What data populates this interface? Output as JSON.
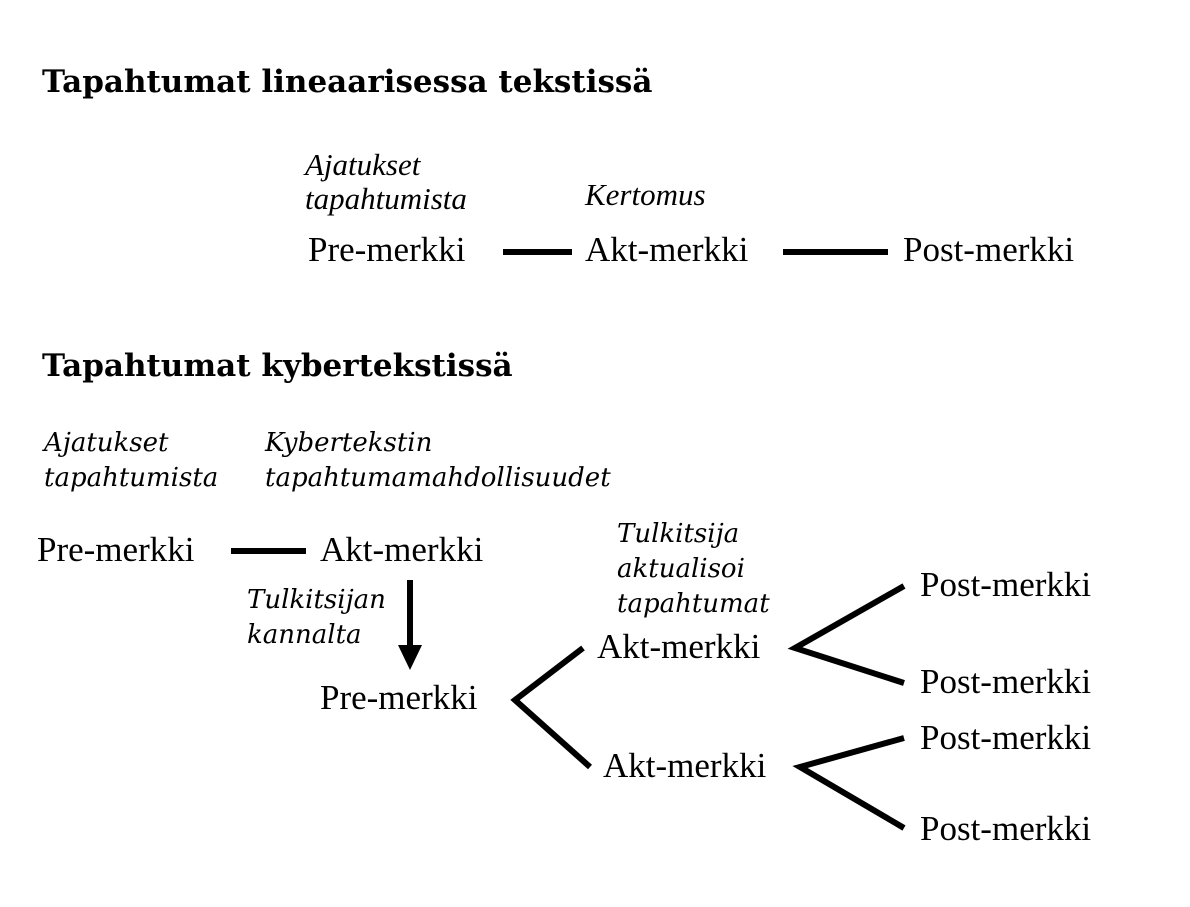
{
  "linear": {
    "heading": "Tapahtumat lineaarisessa tekstissä",
    "note_thoughts_line1": "Ajatukset",
    "note_thoughts_line2": "tapahtumista",
    "note_narrative": "Kertomus",
    "nodes": {
      "pre": "Pre-merkki",
      "akt": "Akt-merkki",
      "post": "Post-merkki"
    }
  },
  "cyber": {
    "heading": "Tapahtumat kybertekstissä",
    "note_thoughts_line1": "Ajatukset",
    "note_thoughts_line2": "tapahtumista",
    "note_possibilities_line1": "Kybertekstin",
    "note_possibilities_line2": "tapahtumamahdollisuudet",
    "note_interpreter_line1": "Tulkitsijan",
    "note_interpreter_line2": "kannalta",
    "note_actualizes_line1": "Tulkitsija",
    "note_actualizes_line2": "aktualisoi",
    "note_actualizes_line3": "tapahtumat",
    "nodes": {
      "pre_top": "Pre-merkki",
      "akt_top": "Akt-merkki",
      "pre_mid": "Pre-merkki",
      "akt_upper": "Akt-merkki",
      "akt_lower": "Akt-merkki",
      "post_1": "Post-merkki",
      "post_2": "Post-merkki",
      "post_3": "Post-merkki",
      "post_4": "Post-merkki"
    }
  }
}
